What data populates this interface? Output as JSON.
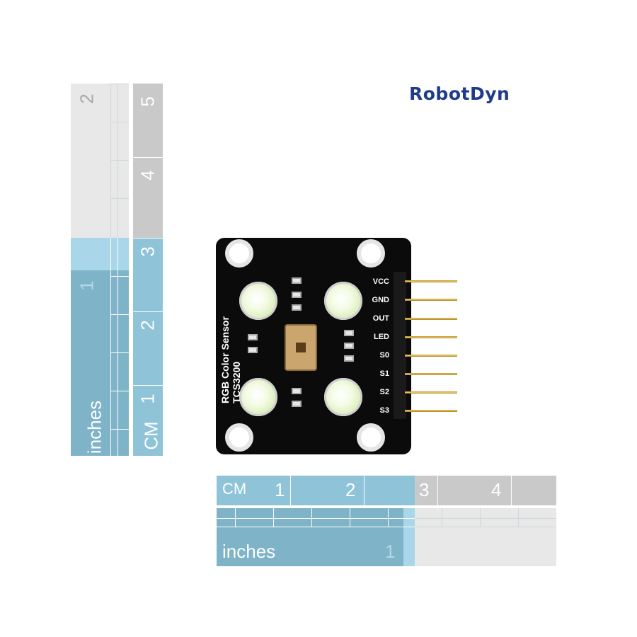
{
  "brand": {
    "logo_text": "RobotDyn"
  },
  "ruler_vertical_inches": {
    "unit": "inches",
    "labels": [
      "2",
      "1"
    ]
  },
  "ruler_vertical_cm": {
    "unit": "CM",
    "labels": [
      "5",
      "4",
      "3",
      "2",
      "1"
    ]
  },
  "ruler_horizontal_cm": {
    "unit": "CM",
    "labels": [
      "1",
      "2",
      "3",
      "4"
    ]
  },
  "ruler_horizontal_inches": {
    "unit": "inches",
    "labels": [
      "1"
    ]
  },
  "board": {
    "silkscreen_line1": "RGB Color Sensor",
    "silkscreen_line2": "TCS3200",
    "pins": [
      "VCC",
      "GND",
      "OUT",
      "LED",
      "S0",
      "S1",
      "S2",
      "S3"
    ]
  },
  "colors": {
    "blue_band": "#8ec3d8",
    "gray_band": "#c9c9c9",
    "light_band": "#e8e8e8",
    "logo": "#1f3b8a"
  }
}
